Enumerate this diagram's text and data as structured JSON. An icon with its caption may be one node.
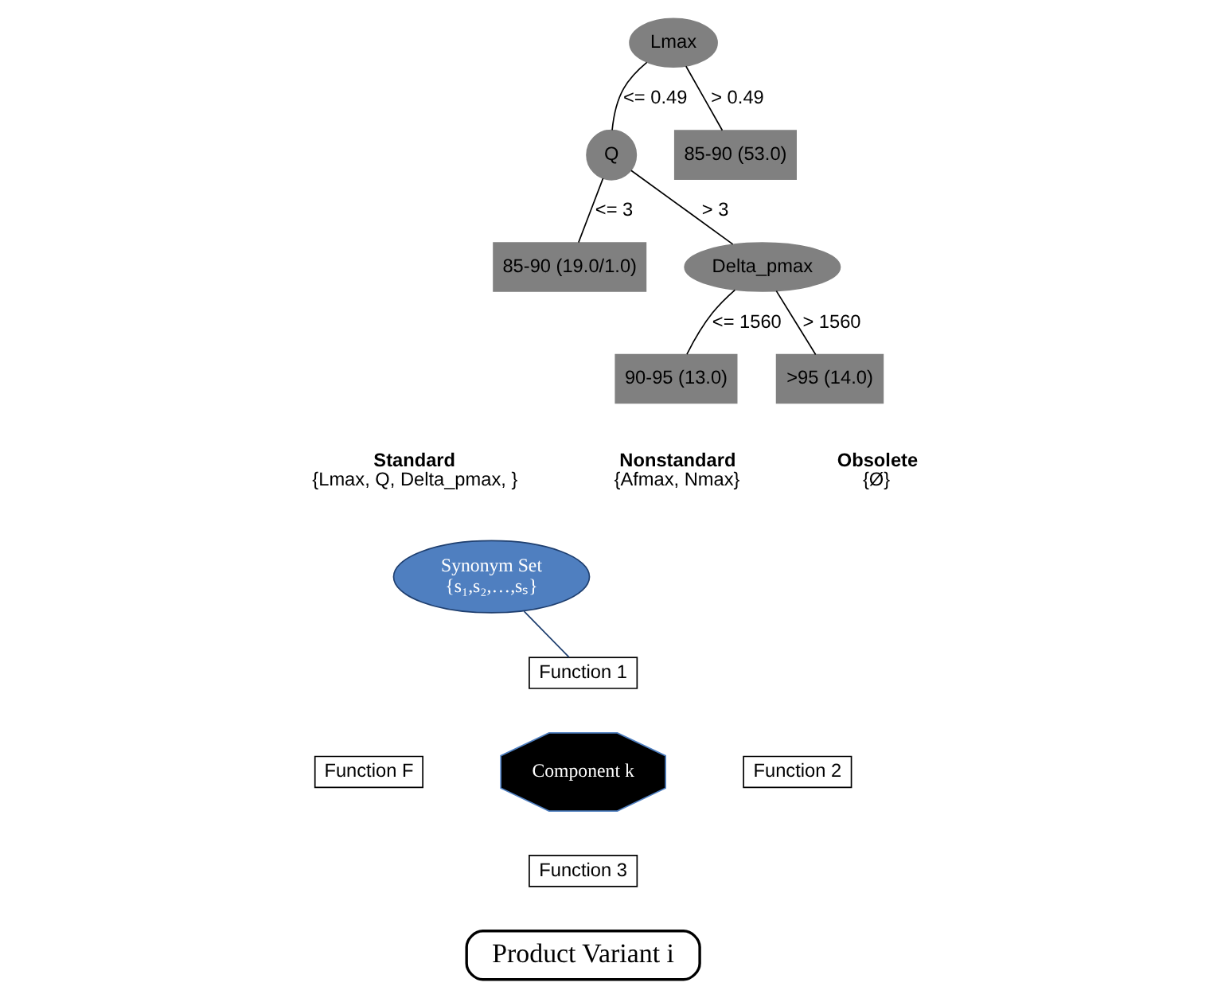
{
  "diagram": {
    "nodes": [
      {
        "text": [
          "Lmax"
        ]
      },
      {
        "text": [
          "Q"
        ]
      },
      {
        "text": [
          "85-90 (53.0)"
        ]
      },
      {
        "text": [
          "85-90 (19.0/1.0)"
        ]
      },
      {
        "text": [
          "Delta_pmax"
        ]
      },
      {
        "text": [
          "90-95 (13.0)"
        ]
      },
      {
        "text": [
          ">95 (14.0)"
        ]
      },
      {
        "text": [
          "Synonym Set",
          "{s₁,s₂,…,sₛ}"
        ]
      },
      {
        "text": [
          "Function 1"
        ]
      },
      {
        "text": [
          "Function F"
        ]
      },
      {
        "text": [
          "Component k"
        ]
      },
      {
        "text": [
          "Function 2"
        ]
      },
      {
        "text": [
          "Function 3"
        ]
      },
      {
        "text": [
          "Product Variant i"
        ]
      }
    ],
    "edges": [
      {
        "from": 0,
        "to": 1,
        "arrow": "none",
        "label": "<= 0.49"
      },
      {
        "from": 0,
        "to": 2,
        "arrow": "none",
        "label": "> 0.49"
      },
      {
        "from": 1,
        "to": 3,
        "arrow": "none",
        "label": "<= 3"
      },
      {
        "from": 1,
        "to": 4,
        "arrow": "none",
        "label": "> 3"
      },
      {
        "from": 4,
        "to": 5,
        "arrow": "none",
        "label": "<= 1560"
      },
      {
        "from": 4,
        "to": 6,
        "arrow": "none",
        "label": "> 1560"
      },
      {
        "from": 7,
        "to": 8,
        "arrow": "none",
        "color": "#1f3f6f"
      }
    ],
    "labels": [
      "Standard",
      "{Lmax, Q, Delta_pmax, }",
      "Nonstandard",
      "{Afmax, Nmax}",
      "Obsolete",
      "{Ø}"
    ]
  }
}
